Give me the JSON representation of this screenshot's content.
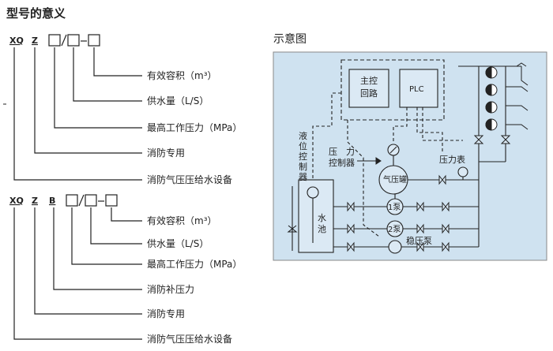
{
  "title": "型号的意义",
  "code1": {
    "parts": [
      "XQ",
      "Z"
    ],
    "labels": [
      "有效容积（m³）",
      "供水量（L/S）",
      "最高工作压力（MPa）",
      "消防专用",
      "消防气压压给水设备"
    ]
  },
  "code2": {
    "parts": [
      "XQ",
      "Z",
      "B"
    ],
    "labels": [
      "有效容积（m³）",
      "供水量（L/S）",
      "最高工作压力（MPa）",
      "消防补压力",
      "消防专用",
      "消防气压压给水设备"
    ]
  },
  "diagram": {
    "title": "示意图",
    "main_control": [
      "主控",
      "回路"
    ],
    "plc": "PLC",
    "level_controller": [
      "液",
      "位",
      "控",
      "制",
      "器"
    ],
    "pressure_controller": [
      "压　力",
      "控制器"
    ],
    "gauge": "压力表",
    "tank": "气压罐",
    "pool": [
      "水",
      "池"
    ],
    "pump1": "1泵",
    "pump2": "2泵",
    "stab_pump": "稳压泵"
  },
  "colors": {
    "panel": "#cfe2f0",
    "line": "#222222",
    "accent": "#3b3f8a"
  }
}
